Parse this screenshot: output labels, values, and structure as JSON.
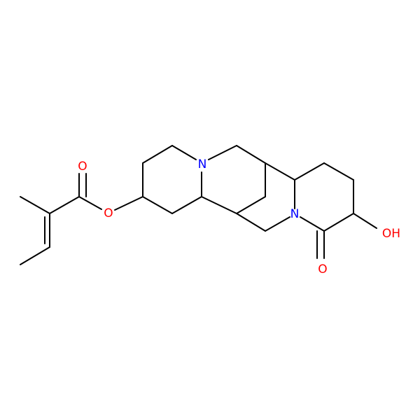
{
  "molecule": {
    "atom_labels": {
      "ester_carbonyl_o": "O",
      "ester_o": "O",
      "amine_n": "N",
      "lactam_n": "N",
      "lactam_o": "O",
      "hydroxyl": "OH"
    },
    "colors": {
      "bond": "#000000",
      "oxygen": "#ff0000",
      "nitrogen": "#0000ff",
      "background": "#ffffff"
    }
  }
}
